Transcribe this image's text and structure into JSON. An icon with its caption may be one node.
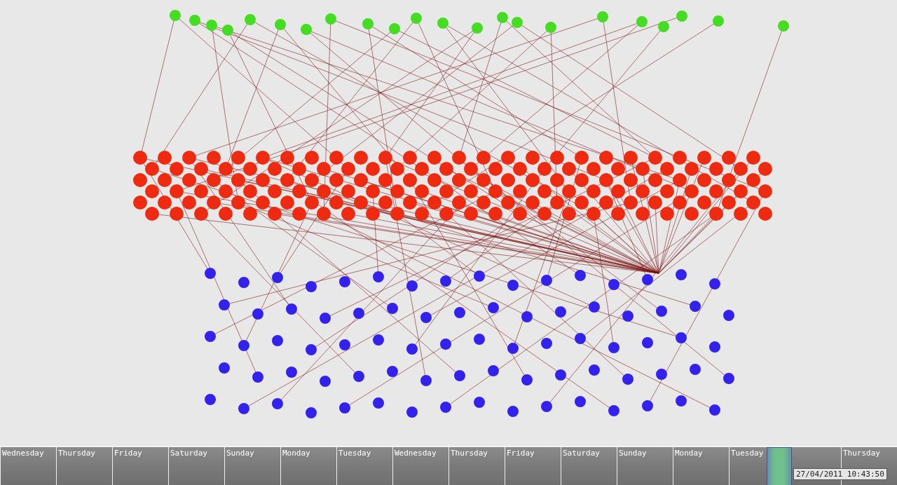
{
  "diagram": {
    "labels": [
      "Wednesday",
      "Thursday",
      "Friday",
      "Saturday",
      "Sunday",
      "Monday",
      "Tuesday",
      "Wednesday",
      "Thursday",
      "Friday",
      "Saturday",
      "Sunday",
      "Monday",
      "Tuesday",
      "27/04/2011 10:43:50",
      "Thursday"
    ]
  }
}
